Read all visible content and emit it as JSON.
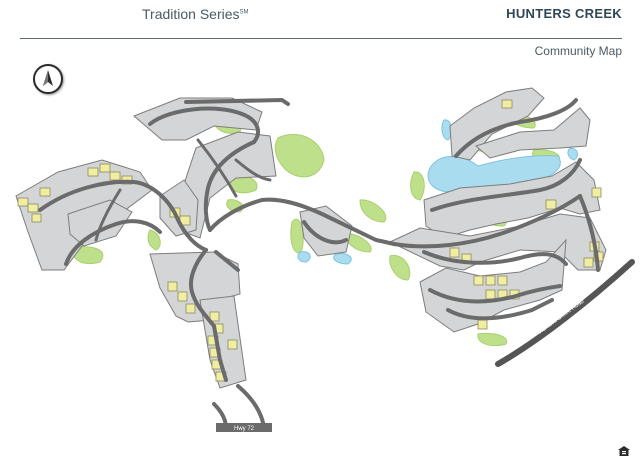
{
  "header": {
    "series_name": "Tradition Series",
    "series_mark": "SM",
    "community_name": "HUNTERS CREEK",
    "map_label": "Community Map"
  },
  "map": {
    "road_labels": {
      "highway": "Hwy 72",
      "east_road": "Hunters Creek Road"
    },
    "icons": [
      "north-compass-icon",
      "equal-housing-icon"
    ],
    "colors": {
      "lot_available": "#f1eda2",
      "lot_sold": "#d3d5d7",
      "road": "#6b6b6b",
      "water": "#a9dcef",
      "green_space": "#bfe08a"
    }
  }
}
